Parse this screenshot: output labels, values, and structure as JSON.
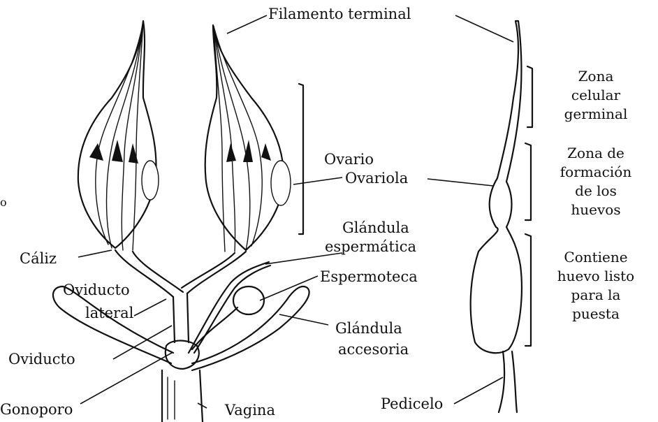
{
  "labels": {
    "filamento_terminal": "Filamento terminal",
    "ovario": "Ovario",
    "ovariola": "Ovariola",
    "caliz": "Cáliz",
    "glandula_espermatica_1": "Glándula",
    "glandula_espermatica_2": "espermática",
    "espermoteca": "Espermoteca",
    "oviducto_lateral_1": "Oviducto",
    "oviducto_lateral_2": "lateral",
    "glandula_accesoria_1": "Glándula",
    "glandula_accesoria_2": "accesoria",
    "oviducto": "Oviducto",
    "gonoporo": "Gonoporo",
    "vagina": "Vagina",
    "pedicelo": "Pedicelo",
    "stray_mark": "o"
  },
  "zones": [
    {
      "lines": [
        "Zona",
        "celular",
        "germinal"
      ]
    },
    {
      "lines": [
        "Zona de",
        "formación",
        "de los",
        "huevos"
      ]
    },
    {
      "lines": [
        "Contiene",
        "huevo listo",
        "para la",
        "puesta"
      ]
    }
  ]
}
